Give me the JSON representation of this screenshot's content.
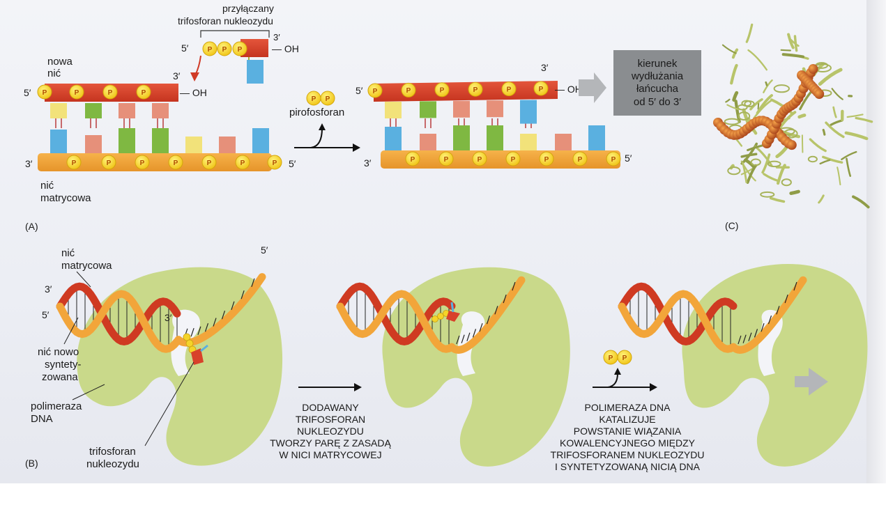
{
  "panel_a": {
    "label": "(A)",
    "new_strand_label": [
      "nowa",
      "nić"
    ],
    "template_strand_label": [
      "nić",
      "matrycowa"
    ],
    "incoming_label": [
      "przyłączany",
      "trifosforan nukleozydu"
    ],
    "pyrophosphate_label": "pirofosforan",
    "p_symbol": "P",
    "oh": "— OH",
    "end_5": "5′",
    "end_3": "3′",
    "direction_box": [
      "kierunek",
      "wydłużania",
      "łańcucha",
      "od 5′ do 3′"
    ]
  },
  "panel_b": {
    "label": "(B)",
    "template_strand": [
      "nić",
      "matrycowa"
    ],
    "new_strand": [
      "nić nowo",
      "syntety-",
      "zowana"
    ],
    "polymerase": [
      "polimeraza",
      "DNA"
    ],
    "nucleotide": [
      "trifosforan",
      "nukleozydu"
    ],
    "end_5": "5′",
    "end_3": "3′",
    "step1_caption": [
      "DODAWANY",
      "TRIFOSFORAN",
      "NUKLEOZYDU",
      "TWORZY PARĘ Z ZASADĄ",
      "W NICI MATRYCOWEJ"
    ],
    "step2_caption": [
      "POLIMERAZA DNA",
      "KATALIZUJE",
      "POWSTANIE WIĄZANIA",
      "KOWALENCYJNEGO MIĘDZY",
      "TRIFOSFORANEM NUKLEOZYDU",
      "I SYNTETYZOWANĄ NICIĄ DNA"
    ],
    "p_symbol": "P"
  },
  "panel_c": {
    "label": "(C)",
    "image": "dna-polymerase-ribbon-structure"
  },
  "colors": {
    "new_strand": "#d8412a",
    "template_strand": "#f2a53a",
    "phosphate": "#f7d42a",
    "polymerase": "#c9d98a",
    "arrow_grey": "#b4b6b9",
    "direction_box": "#8a8d90"
  }
}
